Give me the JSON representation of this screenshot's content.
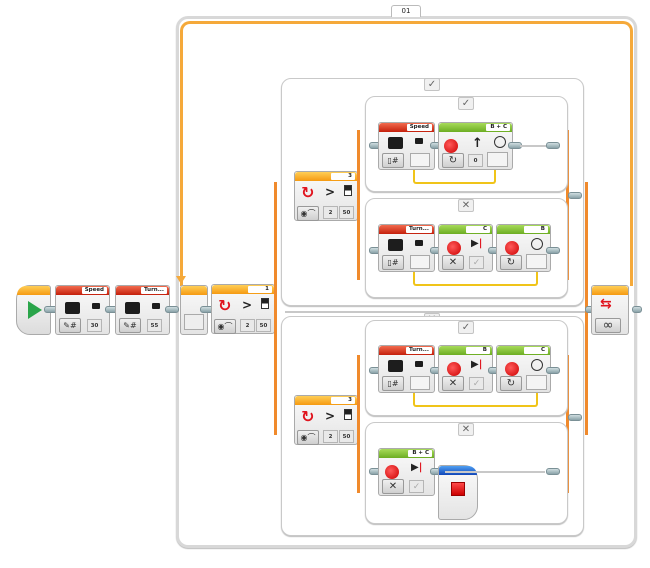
{
  "program": {
    "start": {
      "icon": "play-icon"
    },
    "variables": [
      {
        "name": "Speed",
        "mode": "write-numeric",
        "value": "30"
      },
      {
        "name": "Turn...",
        "mode": "write-numeric",
        "value": "55"
      }
    ],
    "main_loop": {
      "name": "01",
      "mode": "unlimited",
      "mode_symbol": "∞"
    },
    "outer_switch": {
      "sensor_port": "1",
      "mode": "compare",
      "operator": ">",
      "params": [
        "2",
        "50"
      ],
      "true_tab": "✓",
      "false_tab": "✕"
    },
    "upper_switch": {
      "sensor_port": "3",
      "operator": ">",
      "params": [
        "2",
        "50"
      ],
      "true_tab": "✓",
      "false_tab": "✕",
      "true_case": {
        "variable": {
          "name": "Speed",
          "mode": "read-numeric"
        },
        "steering": {
          "ports": "B + C",
          "mode": "on",
          "direction": "↑",
          "value": "0"
        }
      },
      "false_case": {
        "variable": {
          "name": "Turn...",
          "mode": "read-numeric"
        },
        "motor_off": {
          "port": "C",
          "mode": "off",
          "brake": "✓"
        },
        "motor_on": {
          "port": "B",
          "mode": "on"
        }
      }
    },
    "lower_switch": {
      "sensor_port": "3",
      "operator": ">",
      "params": [
        "2",
        "50"
      ],
      "true_tab": "✓",
      "false_tab": "✕",
      "true_case": {
        "variable": {
          "name": "Turn...",
          "mode": "read-numeric"
        },
        "motor_off": {
          "port": "B",
          "mode": "off",
          "brake": "✓"
        },
        "motor_on": {
          "port": "C",
          "mode": "on"
        }
      },
      "false_case": {
        "steering": {
          "ports": "B + C",
          "mode": "off",
          "brake": "✓"
        },
        "stop_block": {
          "icon": "stop-icon"
        }
      }
    },
    "colors": {
      "loop_orange": "#f5a93a",
      "flow_orange": "#f08a2c",
      "action_green": "#6cad22",
      "data_red": "#c4200c",
      "advanced_blue": "#1046b8",
      "data_wire_yellow": "#f0c419"
    }
  }
}
